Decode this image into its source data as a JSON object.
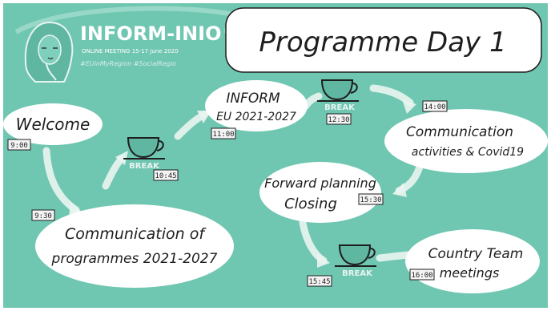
{
  "colors": {
    "background": "#6fc6b1",
    "bubble": "#ffffff",
    "ink": "#1e1e1e",
    "arrow": "#e9f4f1"
  },
  "header": {
    "title": "INFORM-INIO",
    "subtitle": "ONLINE MEETING 15-17 June 2020",
    "hashtags": "#EUinMyRegion   #SocialRegio"
  },
  "programme_title": "Programme Day 1",
  "sessions": {
    "welcome": {
      "label": "Welcome",
      "time": "9:00"
    },
    "communication_programmes": {
      "line1": "Communication of",
      "line2": "programmes 2021-2027",
      "time": "9:30"
    },
    "inform_eu": {
      "line1": "INFORM",
      "line2": "EU 2021-2027",
      "time": "11:00"
    },
    "communication_covid": {
      "line1": "Communication",
      "line2": "activities & Covid19",
      "time": "14:00"
    },
    "forward_planning": {
      "line1": "Forward planning",
      "line2": "Closing",
      "time": "15:30"
    },
    "country_team": {
      "line1": "Country Team",
      "line2": "meetings",
      "time": "16:00"
    }
  },
  "breaks": [
    {
      "label": "BREAK",
      "time": "10:45"
    },
    {
      "label": "BREAK",
      "time": "12:30"
    },
    {
      "label": "BREAK",
      "time": "15:45"
    }
  ],
  "icons": {
    "portrait": "woman-portrait-icon",
    "cup": "coffee-cup-icon"
  }
}
